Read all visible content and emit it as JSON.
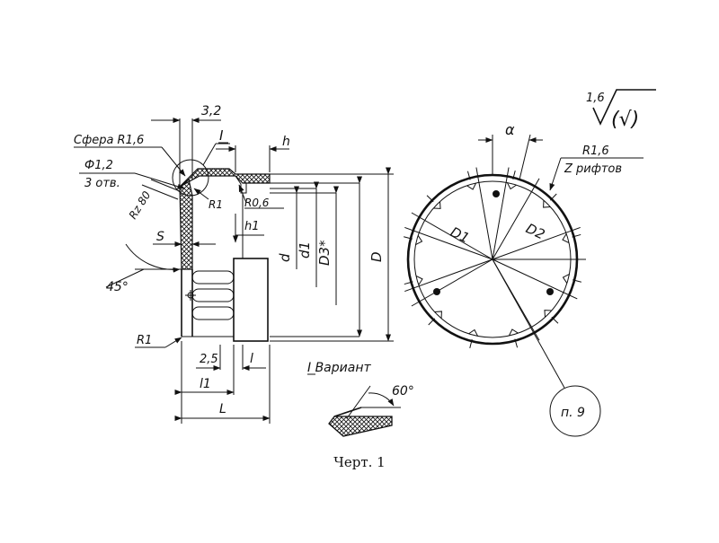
{
  "roughness": {
    "top_value": "1,6",
    "bracket": "(√)"
  },
  "side_view": {
    "dim_32": "3,2",
    "sphere": "Сфера R1,6",
    "section_mark": "I",
    "hole_dia": "Ф1,2",
    "hole_count": "3 отв.",
    "rz": "Rz 80",
    "h": "h",
    "r1_top": "R1",
    "r06": "R0,6",
    "h1": "h1",
    "s": "S",
    "angle45": "45°",
    "r1_bottom": "R1",
    "d": "d",
    "d1": "d1",
    "d3": "D3*",
    "D": "D",
    "dim_25": "2,5",
    "l": "l",
    "l1": "l1",
    "L": "L"
  },
  "variant": {
    "title": "I Вариант",
    "angle": "60°"
  },
  "front_view": {
    "alpha": "α",
    "r16": "R1,6",
    "ribs": "Z рифтов",
    "D1": "D1",
    "D2": "D2",
    "note": "п. 9"
  },
  "caption": "Черт. 1"
}
